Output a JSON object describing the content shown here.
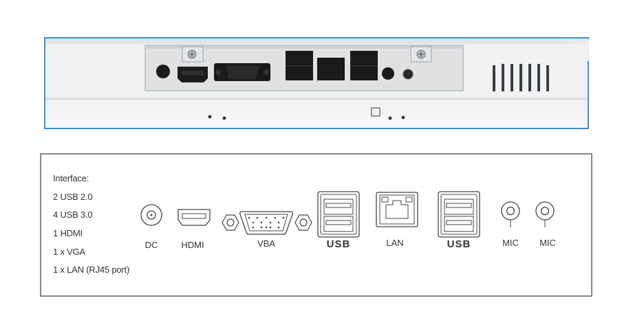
{
  "interface": {
    "heading": "Interface:",
    "lines": [
      "2 USB 2.0",
      "4 USB 3.0",
      "1 HDMI",
      "1 x VGA",
      "1 x LAN (RJ45 port)"
    ]
  },
  "ports": {
    "dc": "DC",
    "hdmi": "HDMI",
    "vga": "VBA",
    "usb_a": "USB",
    "lan": "LAN",
    "usb_b": "USB",
    "mic_a": "MIC",
    "mic_b": "MIC"
  },
  "colors": {
    "photo_border": "#3c8fde",
    "panel_border": "#555555",
    "port_black": "#1a1a1a"
  }
}
